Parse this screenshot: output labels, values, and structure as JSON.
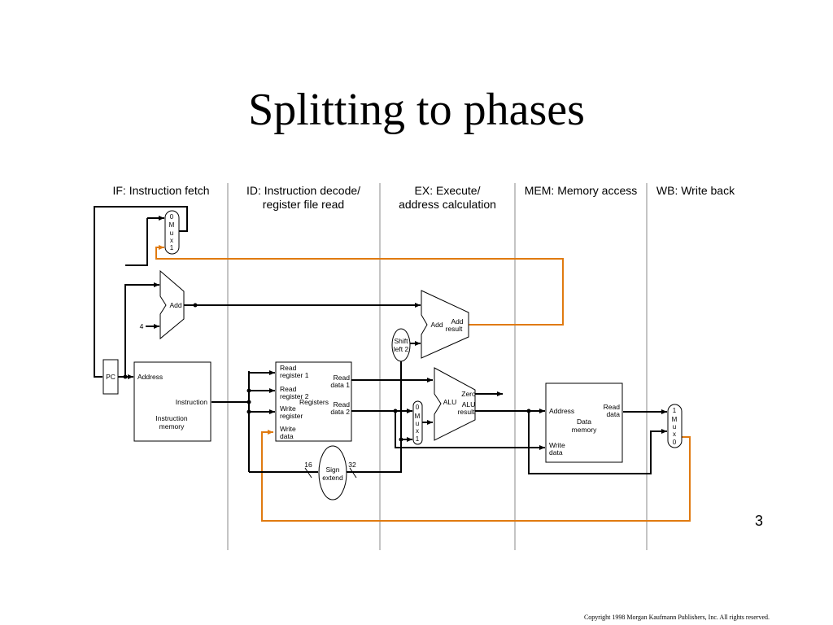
{
  "slide": {
    "title": "Splitting to phases",
    "page_number": "3",
    "copyright": "Copyright 1998 Morgan Kaufmann Publishers, Inc. All rights reserved."
  },
  "stages": {
    "if": {
      "label": "IF: Instruction fetch"
    },
    "id": {
      "line1": "ID: Instruction decode/",
      "line2": "register file read"
    },
    "ex": {
      "line1": "EX: Execute/",
      "line2": "address calculation"
    },
    "mem": {
      "label": "MEM: Memory access"
    },
    "wb": {
      "label": "WB: Write back"
    }
  },
  "components": {
    "pc": "PC",
    "mux_top": [
      "0",
      "M",
      "u",
      "x",
      "1"
    ],
    "add_pc": "Add",
    "const4": "4",
    "imem": {
      "address": "Address",
      "instruction": "Instruction",
      "name1": "Instruction",
      "name2": "memory"
    },
    "registers": {
      "read_reg1": [
        "Read",
        "register 1"
      ],
      "read_reg2": [
        "Read",
        "register 2"
      ],
      "write_reg": [
        "Write",
        "register"
      ],
      "write_data": [
        "Write",
        "data"
      ],
      "read_data1": [
        "Read",
        "data 1"
      ],
      "read_data2": [
        "Read",
        "data 2"
      ],
      "name": "Registers"
    },
    "sign_extend": {
      "line1": "Sign",
      "line2": "extend",
      "in_bits": "16",
      "out_bits": "32"
    },
    "shift_left": {
      "line1": "Shift",
      "line2": "left 2"
    },
    "add_branch": {
      "label": "Add",
      "result1": "Add",
      "result2": "result"
    },
    "mux_alu": [
      "0",
      "M",
      "u",
      "x",
      "1"
    ],
    "alu": {
      "label": "ALU",
      "zero": "Zero",
      "result1": "ALU",
      "result2": "result"
    },
    "dmem": {
      "address": "Address",
      "read1": "Read",
      "read2": "data",
      "write1": "Write",
      "write2": "data",
      "name1": "Data",
      "name2": "memory"
    },
    "mux_wb": [
      "1",
      "M",
      "u",
      "x",
      "0"
    ]
  },
  "colors": {
    "feedback": "#e07a10",
    "wire": "#000000",
    "divider": "#888888"
  }
}
